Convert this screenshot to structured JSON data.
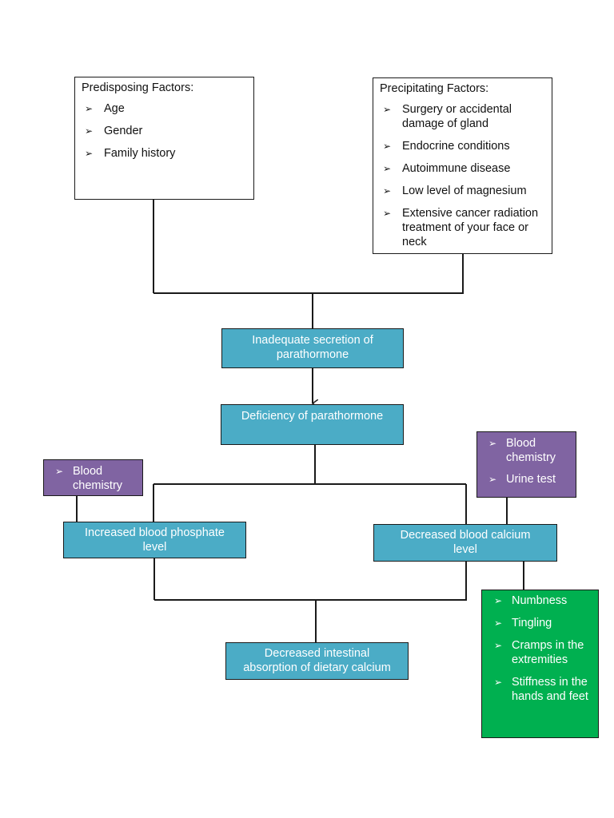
{
  "predisposing": {
    "title": "Predisposing Factors:",
    "items": [
      "Age",
      "Gender",
      "Family history"
    ]
  },
  "precipitating": {
    "title": "Precipitating Factors:",
    "items": [
      "Surgery or accidental damage of gland",
      "Endocrine conditions",
      "Autoimmune disease",
      "Low level of magnesium",
      "Extensive cancer radiation treatment of your face or neck"
    ]
  },
  "nodes": {
    "inadequate_secretion": "Inadequate secretion of parathormone",
    "deficiency": "Deficiency of parathormone",
    "increased_phosphate": "Increased blood phosphate level",
    "decreased_calcium": "Decreased blood calcium level",
    "decreased_absorption": "Decreased intestinal absorption of dietary calcium"
  },
  "tests_left": {
    "items": [
      "Blood chemistry"
    ]
  },
  "tests_right": {
    "items": [
      "Blood chemistry",
      "Urine test"
    ]
  },
  "symptoms": {
    "items": [
      "Numbness",
      "Tingling",
      "Cramps in the extremities",
      "Stiffness in the hands and feet"
    ]
  },
  "bullet_glyph": "➢",
  "colors": {
    "process_node": "#4bacc6",
    "test_node": "#8064a2",
    "symptom_node": "#00b050"
  }
}
